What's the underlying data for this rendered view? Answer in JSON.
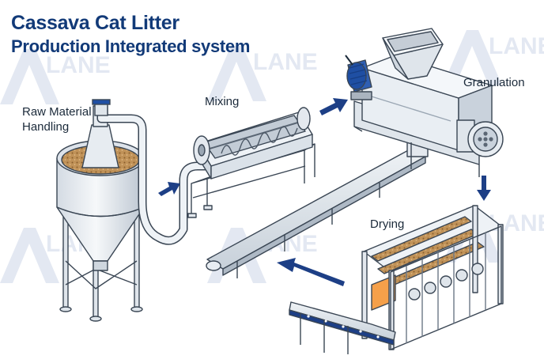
{
  "title": {
    "line1": "Cassava Cat Litter",
    "line2": "Production Integrated system"
  },
  "stages": {
    "raw_material": {
      "line1": "Raw Material",
      "line2": "Handling"
    },
    "mixing": "Mixing",
    "granulation": "Granulation",
    "drying": "Drying"
  },
  "watermark": {
    "brand": "LANE"
  },
  "colors": {
    "title": "#123a78",
    "arrow": "#1d3f86",
    "steel_light": "#eef2f6",
    "steel_mid": "#c9d2dc",
    "steel_dark": "#8d9aa8",
    "motor": "#1f4fa3",
    "material": "#b88a52",
    "heater": "#f08a24"
  }
}
